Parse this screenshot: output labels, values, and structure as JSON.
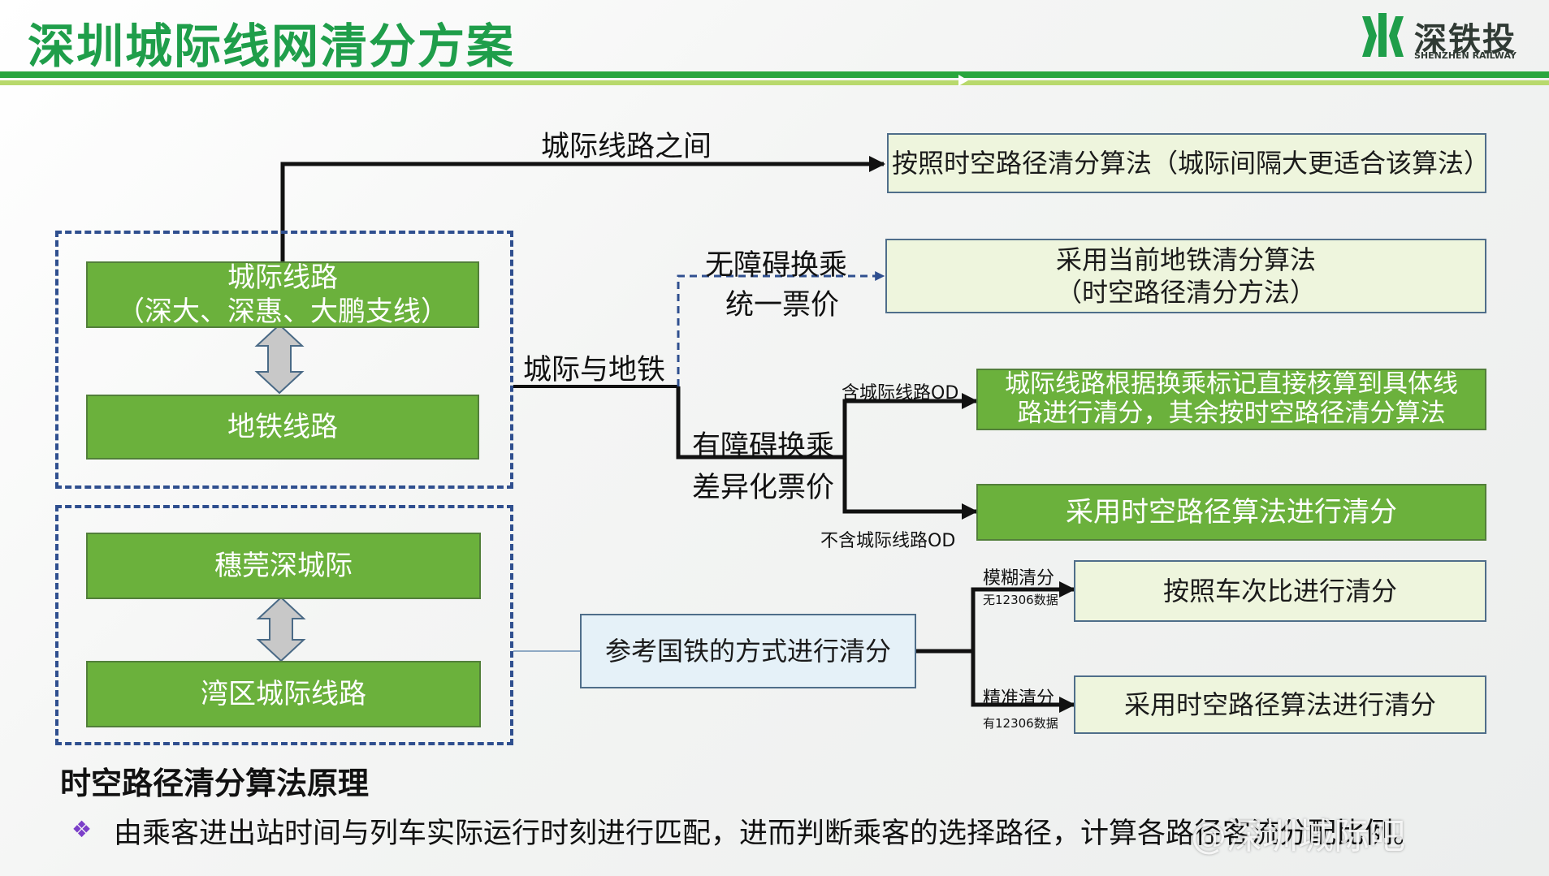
{
  "header": {
    "title": "深圳城际线网清分方案",
    "logo_cn": "深铁投",
    "logo_en": "SHENZHEN RAILWAY"
  },
  "left_group_top": {
    "intercity_line": "城际线路",
    "intercity_line_sub": "（深大、深惠、大鹏支线）",
    "metro_line": "地铁线路"
  },
  "left_group_bottom": {
    "suiguanshen": "穗莞深城际",
    "bay_area": "湾区城际线路"
  },
  "branch_labels": {
    "between_intercity": "城际线路之间",
    "intercity_metro": "城际与地铁",
    "barrier_free_1": "无障碍换乘",
    "barrier_free_2": "统一票价",
    "barrier_1": "有障碍换乘",
    "barrier_2": "差异化票价",
    "has_od": "含城际线路OD",
    "no_od": "不含城际线路OD",
    "fuzzy": "模糊清分",
    "fuzzy_sub": "无12306数据",
    "precise": "精准清分",
    "precise_sub": "有12306数据"
  },
  "result_boxes": {
    "r1": "按照时空路径清分算法（城际间隔大更适合该算法）",
    "r2_line1": "采用当前地铁清分算法",
    "r2_line2": "（时空路径清分方法）",
    "r3_line1": "城际线路根据换乘标记直接核算到具体线",
    "r3_line2": "路进行清分，其余按时空路径清分算法",
    "r4": "采用时空路径算法进行清分",
    "national_rail": "参考国铁的方式进行清分",
    "r5": "按照车次比进行清分",
    "r6": "采用时空路径算法进行清分"
  },
  "principle": {
    "title": "时空路径清分算法原理",
    "bullet_icon": "diamond-bullet-icon",
    "text": "由乘客进出站时间与列车实际运行时刻进行匹配，进而判断乘客的选择路径，计算各路径客流分配比例。"
  },
  "watermark": "@深圳城际吧",
  "colors": {
    "title_green": "#1f9e4a",
    "box_green": "#6bb13c",
    "light_green": "#eef5dd",
    "light_blue": "#e5f1f8",
    "dash_blue": "#2f4f8f",
    "arrow_gray": "#c8c8c8"
  }
}
